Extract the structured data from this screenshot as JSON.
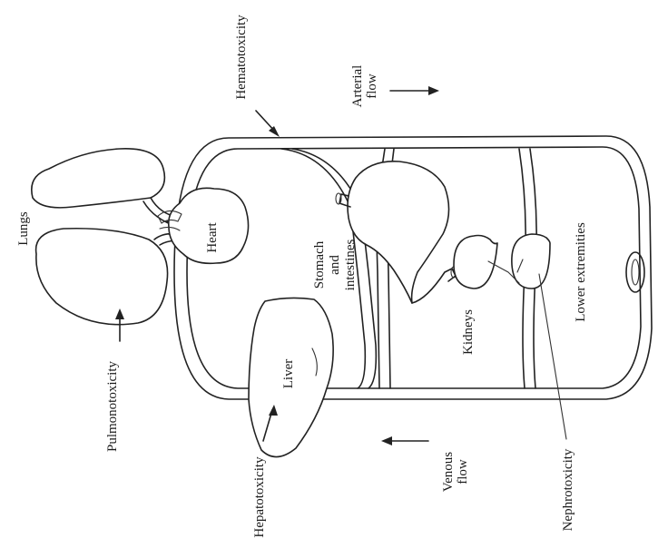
{
  "labels": {
    "hematotoxicity": "Hematotoxicity",
    "arterial_flow_line1": "Arterial",
    "arterial_flow_line2": "flow",
    "lungs": "Lungs",
    "heart": "Heart",
    "stomach_line1": "Stomach",
    "stomach_line2": "and",
    "stomach_line3": "intestines",
    "lower_extremities": "Lower extremities",
    "kidneys": "Kidneys",
    "liver": "Liver",
    "pulmonotoxicity": "Pulmonotoxicity",
    "hepatotoxicity": "Hepatotoxicity",
    "venous_flow_line1": "Venous",
    "venous_flow_line2": "flow",
    "nephrotoxicity": "Nephrotoxicity"
  }
}
